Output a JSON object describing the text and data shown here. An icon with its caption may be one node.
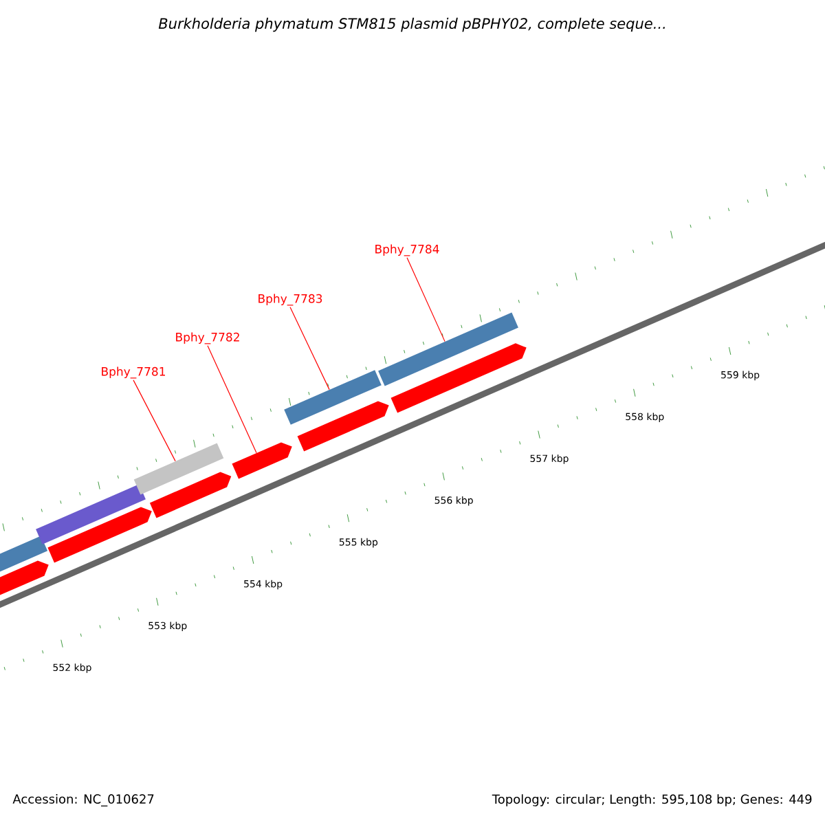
{
  "diagram": {
    "title": "Burkholderia phymatum STM815 plasmid pBPHY02, complete seque...",
    "nodes": [
      {
        "text": [
          "Bphy_7781"
        ]
      },
      {
        "text": [
          "Bphy_7782"
        ]
      },
      {
        "text": [
          "Bphy_7783"
        ]
      },
      {
        "text": [
          "Bphy_7784"
        ]
      },
      {
        "text": [],
        "shape": "bar"
      },
      {
        "text": [],
        "shape": "arrow"
      },
      {
        "text": [],
        "shape": "bar"
      },
      {
        "text": [],
        "shape": "arrow"
      },
      {
        "text": [],
        "shape": "bar"
      },
      {
        "text": [],
        "shape": "arrow"
      },
      {
        "text": [],
        "shape": "arrow"
      },
      {
        "text": [],
        "shape": "bar"
      },
      {
        "text": [],
        "shape": "arrow"
      },
      {
        "text": [],
        "shape": "bar"
      },
      {
        "text": [],
        "shape": "arrow"
      }
    ],
    "edges": [
      {
        "from": 0,
        "to": 8,
        "arrow": "none"
      },
      {
        "from": 1,
        "to": 10,
        "arrow": "none"
      },
      {
        "from": 2,
        "to": 11,
        "arrow": "none"
      },
      {
        "from": 3,
        "to": 13,
        "arrow": "none"
      }
    ],
    "labels": [
      "559 kbp",
      "558 kbp",
      "557 kbp",
      "556 kbp",
      "555 kbp",
      "554 kbp",
      "553 kbp",
      "552 kbp",
      "Accession: NC_010627",
      "Topology: circular; Length: 595,108 bp; Genes: 449"
    ]
  }
}
